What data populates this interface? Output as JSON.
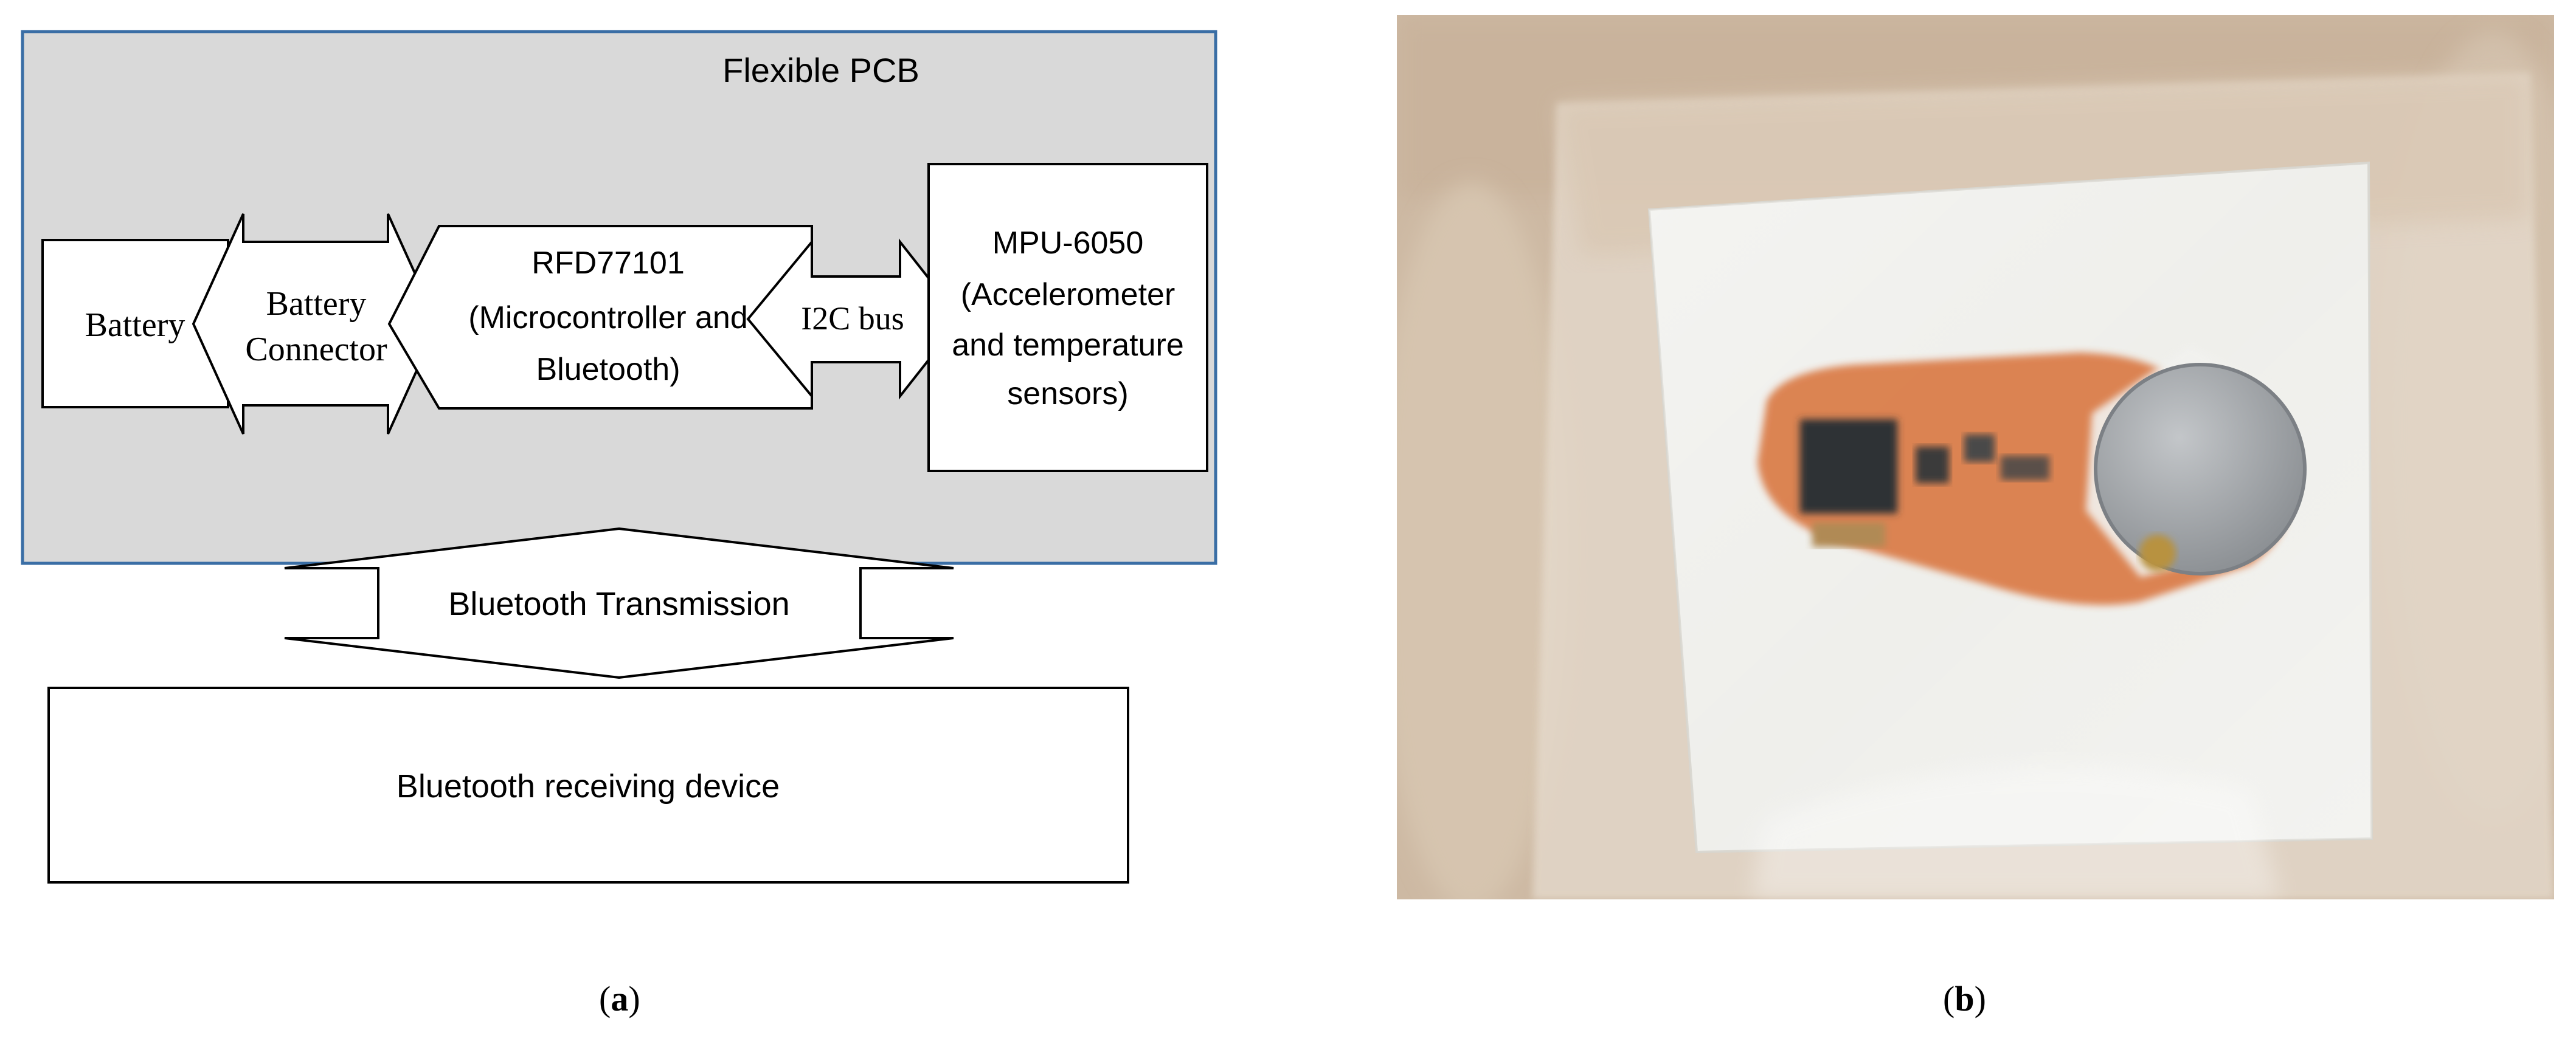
{
  "panel_a": {
    "pcb_label": "Flexible PCB",
    "battery_label": "Battery",
    "connector_label_line1": "Battery",
    "connector_label_line2": "Connector",
    "mcu_line1": "RFD77101",
    "mcu_line2": "(Microcontroller and",
    "mcu_line3": "Bluetooth)",
    "bus_label": "I2C bus",
    "sensor_line1": "MPU-6050",
    "sensor_line2": "(Accelerometer",
    "sensor_line3": "and temperature",
    "sensor_line4": "sensors)",
    "transmission_label": "Bluetooth Transmission",
    "receiver_label": "Bluetooth receiving device",
    "caption_letter": "a",
    "colors": {
      "pcb_fill": "#d9d9d9",
      "pcb_border": "#3a6ea5"
    }
  },
  "panel_b": {
    "caption_letter": "b",
    "photo_subject": "flexible PCB with coin-cell battery sealed in a plastic bag on fabric",
    "colors": {
      "background": "#cdb9a3",
      "fabric": "#eeeeea",
      "pcb": "#d9743e",
      "battery": "#a9adb1"
    }
  }
}
